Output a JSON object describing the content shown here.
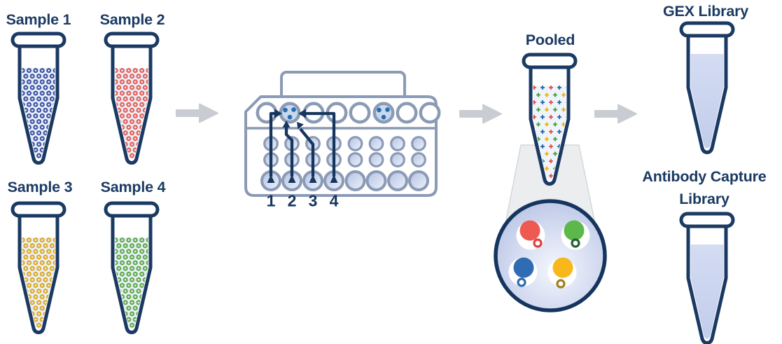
{
  "workflow": {
    "samples": [
      {
        "label": "Sample 1",
        "cell_color": "#3c4da0"
      },
      {
        "label": "Sample 2",
        "cell_color": "#e85a52"
      },
      {
        "label": "Sample 3",
        "cell_color": "#dfa71e"
      },
      {
        "label": "Sample 4",
        "cell_color": "#5ca844"
      }
    ],
    "chip": {
      "lane_numbers": [
        "1",
        "2",
        "3",
        "4"
      ],
      "loaded_wells": [
        "top-row-well-2",
        "top-row-well-6"
      ],
      "loaded_well_fill": "#c6d9ef",
      "cell_dot_color": "#2a6bb0",
      "outline_color": "#8b9ab5"
    },
    "pooled": {
      "label": "Pooled",
      "dot_colors": [
        "#2f6cb3",
        "#e8544c",
        "#eeb31b",
        "#4ea43c"
      ]
    },
    "magnifier": {
      "droplets": [
        {
          "name": "red-cell-droplet",
          "cell_color": "#ee5a52",
          "bead_ring_color": "#e0403f"
        },
        {
          "name": "green-cell-droplet",
          "cell_color": "#5cb84a",
          "bead_ring_color": "#265f33"
        },
        {
          "name": "blue-cell-droplet",
          "cell_color": "#2f6cb3",
          "bead_ring_color": "#2f6cb3"
        },
        {
          "name": "yellow-cell-droplet",
          "cell_color": "#f7b81c",
          "bead_ring_color": "#a3801f"
        }
      ]
    },
    "outputs": [
      {
        "label": "GEX Library"
      },
      {
        "label": "Antibody Capture Library"
      }
    ],
    "colors": {
      "outline_navy": "#1b3a63",
      "chip_gray": "#8b9ab5",
      "flow_arrow_gray": "#c9cdd3",
      "sample_liquid": "#e9f1fa",
      "library_liquid": "#c7d2ee"
    }
  }
}
